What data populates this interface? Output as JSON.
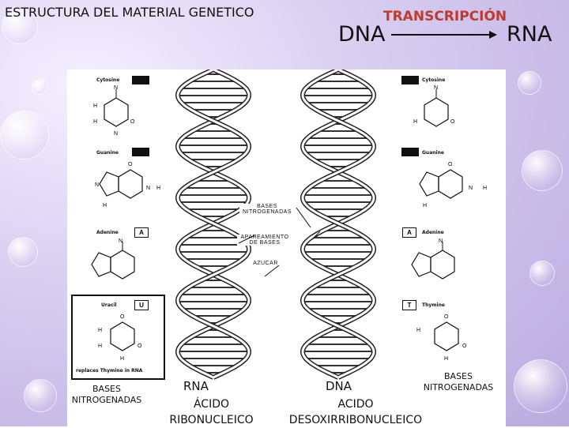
{
  "header": {
    "title": "ESTRUCTURA DEL MATERIAL GENETICO",
    "process_label": "TRANSCRIPCIÓN",
    "from_label": "DNA",
    "to_label": "RNA"
  },
  "figure": {
    "left_molecules": [
      {
        "name": "Cytosine"
      },
      {
        "name": "Guanine"
      },
      {
        "name": "Adenine",
        "code": "A"
      },
      {
        "name": "Uracil",
        "code": "U",
        "note": "replaces Thymine in RNA"
      }
    ],
    "right_molecules": [
      {
        "name": "Cytosine"
      },
      {
        "name": "Guanine"
      },
      {
        "name": "Adenine",
        "code": "A"
      },
      {
        "name": "Thymine",
        "code": "T"
      }
    ],
    "center_labels": {
      "bases": "BASES NITROGENADAS",
      "pairing": "APAREAMIENTO DE BASES",
      "sugar": "AZUCAR"
    }
  },
  "footer": {
    "left_bases": "BASES NITROGENADAS",
    "rna_title": "RNA",
    "rna_full": "ÁCIDO RIBONUCLEICO",
    "dna_title": "DNA",
    "dna_full": "ACIDO DESOXIRRIBONUCLEICO",
    "right_bases": "BASES NITROGENADAS"
  }
}
